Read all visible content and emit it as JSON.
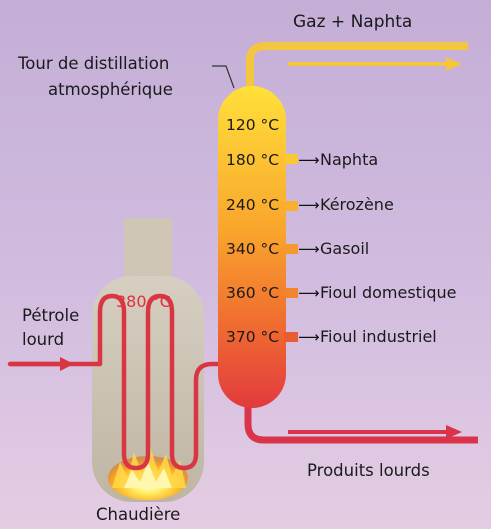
{
  "title": "Gaz + Naphta",
  "tower_label": [
    "Tour de distillation",
    "atmosphérique"
  ],
  "input_label": [
    "Pétrole",
    "lourd"
  ],
  "boiler_temp": "380 °C",
  "boiler_label": "Chaudière",
  "bottom_label": "Produits lourds",
  "top_temp": "120 °C",
  "outputs": [
    {
      "temp": "180 °C",
      "product": "Naphta"
    },
    {
      "temp": "240 °C",
      "product": "Kérozène"
    },
    {
      "temp": "340 °C",
      "product": "Gasoil"
    },
    {
      "temp": "360 °C",
      "product": "Fioul domestique"
    },
    {
      "temp": "370 °C",
      "product": "Fioul industriel"
    }
  ],
  "colors": {
    "background_top": "#c7b2d8",
    "background_bottom": "#e0c9e3",
    "column_top": "#ffd730",
    "column_bottom": "#e53a3a",
    "pipe_top": "#f5c842",
    "pipe_bottom": "#d9344a",
    "boiler_gray": "#c8bfae"
  }
}
